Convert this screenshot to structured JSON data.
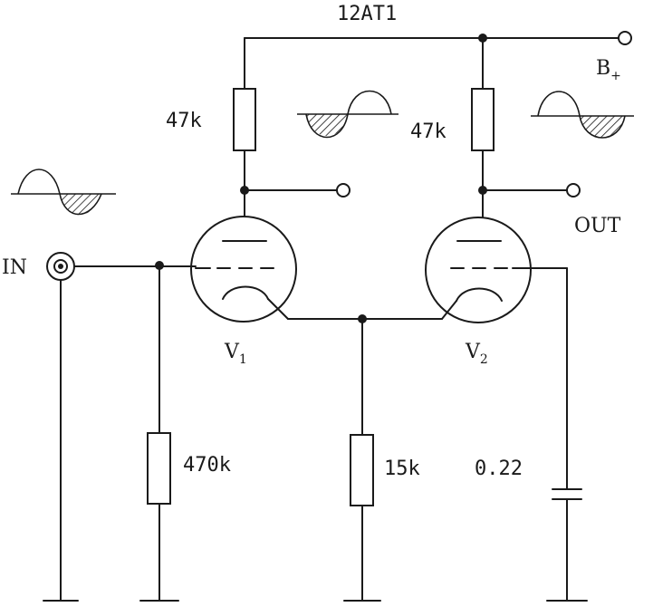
{
  "title": "12AT1",
  "labels": {
    "b_plus": "B",
    "b_plus_sub": "+",
    "out": "OUT",
    "in": "IN",
    "v1": "V",
    "v1_sub": "1",
    "v2": "V",
    "v2_sub": "2",
    "r_plate_left": "47k",
    "r_plate_right": "47k",
    "r_grid": "470k",
    "r_cathode": "15k",
    "capacitor": "0.22"
  }
}
